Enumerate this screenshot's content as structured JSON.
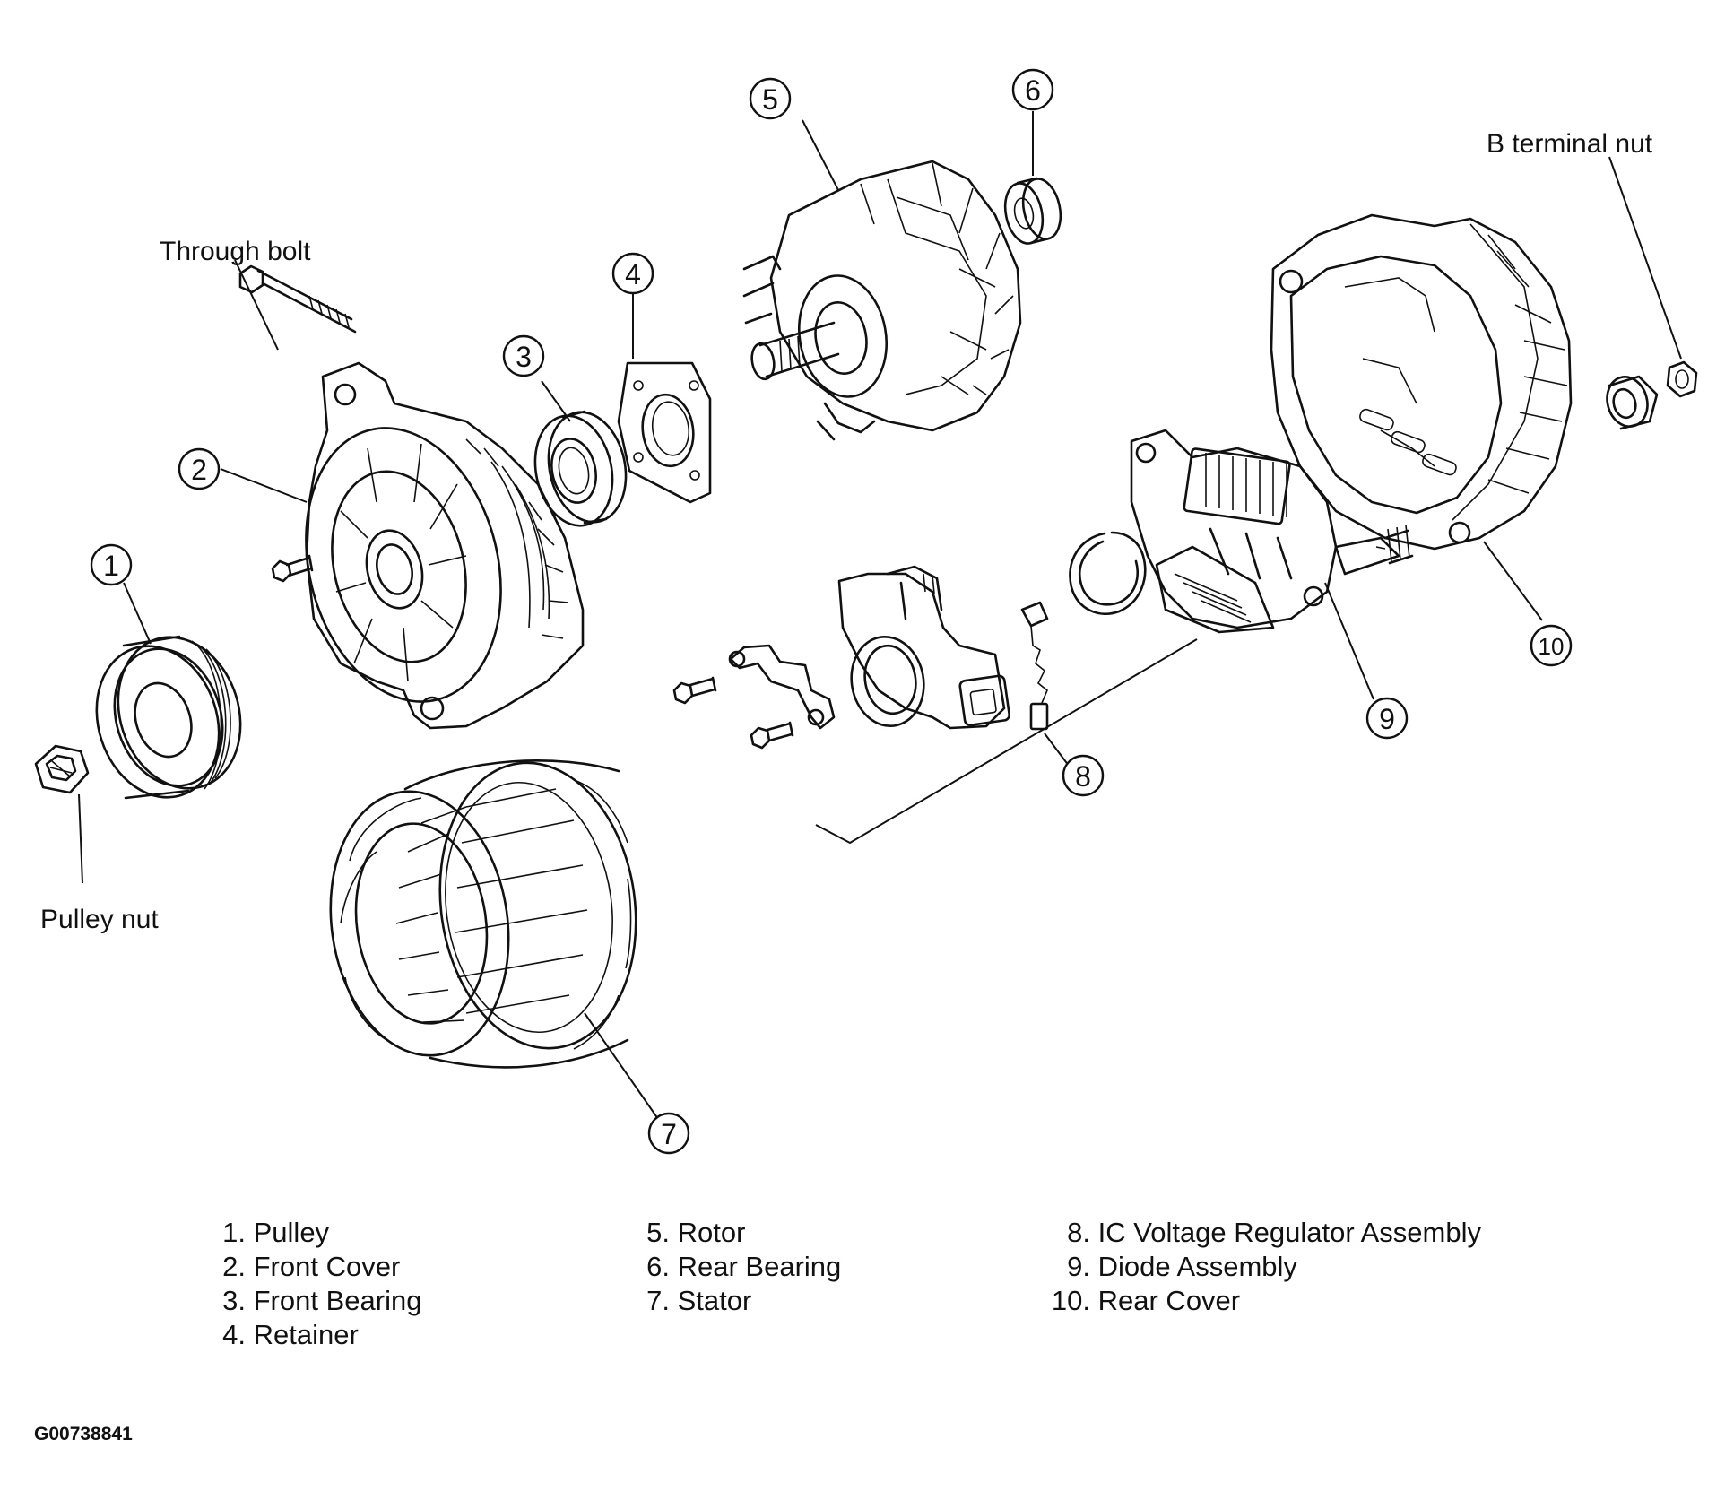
{
  "labels": {
    "through_bolt": "Through bolt",
    "b_terminal_nut": "B terminal nut",
    "pulley_nut": "Pulley nut"
  },
  "callouts": [
    "1",
    "2",
    "3",
    "4",
    "5",
    "6",
    "7",
    "8",
    "9",
    "10"
  ],
  "legend": {
    "col1": [
      {
        "num": "1.",
        "text": "Pulley"
      },
      {
        "num": "2.",
        "text": "Front Cover"
      },
      {
        "num": "3.",
        "text": "Front Bearing"
      },
      {
        "num": "4.",
        "text": "Retainer"
      }
    ],
    "col2": [
      {
        "num": "5.",
        "text": "Rotor"
      },
      {
        "num": "6.",
        "text": "Rear Bearing"
      },
      {
        "num": "7.",
        "text": "Stator"
      }
    ],
    "col3": [
      {
        "num": "8.",
        "text": "IC Voltage Regulator Assembly"
      },
      {
        "num": "9.",
        "text": "Diode Assembly"
      },
      {
        "num": "10.",
        "text": "Rear Cover"
      }
    ]
  },
  "figure_id": "G00738841"
}
